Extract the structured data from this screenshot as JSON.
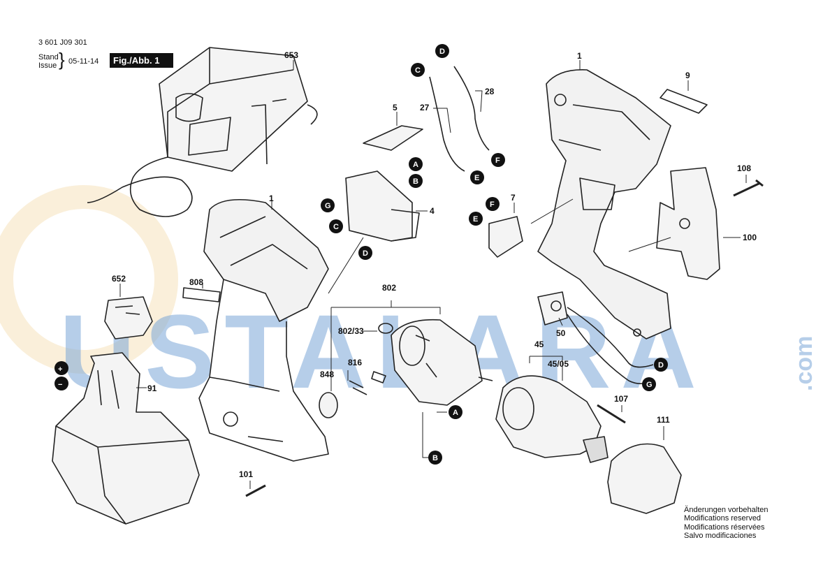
{
  "header": {
    "doc_number": "3 601 J09 301",
    "stand_label": "Stand",
    "issue_label": "Issue",
    "date": "05-11-14",
    "figure_label": "Fig./Abb. 1"
  },
  "watermark": {
    "text": "USTALARA",
    "suffix": ".com"
  },
  "part_labels": {
    "p653": "653",
    "p1a": "1",
    "p1b": "1",
    "p5": "5",
    "p27": "27",
    "p28": "28",
    "p9": "9",
    "p108": "108",
    "p100": "100",
    "p4": "4",
    "p7": "7",
    "p808": "808",
    "p652": "652",
    "p802": "802",
    "p80233": "802/33",
    "p848": "848",
    "p816": "816",
    "p50": "50",
    "p45": "45",
    "p4505": "45/05",
    "p107": "107",
    "p91": "91",
    "p111": "111",
    "p101": "101"
  },
  "connectors": {
    "A": "A",
    "B": "B",
    "C": "C",
    "D": "D",
    "E": "E",
    "F": "F",
    "G": "G",
    "plus": "+",
    "minus": "−"
  },
  "notes": [
    "Änderungen vorbehalten",
    "Modifications reserved",
    "Modifications réservées",
    "Salvo modificaciones"
  ]
}
